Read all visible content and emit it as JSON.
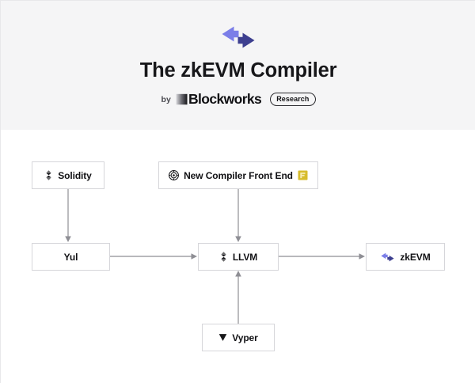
{
  "header": {
    "logo_icon": "double-arrow-exchange-icon",
    "title": "The zkEVM Compiler",
    "byline": {
      "by_label": "by",
      "brand_mark_icon": "blockworks-block-mark-icon",
      "brand_name": "Blockworks",
      "badge_label": "Research"
    }
  },
  "colors": {
    "header_background": "#f5f5f6",
    "page_background": "#ffffff",
    "node_border": "#d6d6da",
    "text": "#111114",
    "connector": "#8e8e94",
    "logo_arrow_left": "#7b7ee8",
    "logo_arrow_right": "#3d3f8f",
    "vyper_yellow": "#d4b827"
  },
  "diagram": {
    "type": "flowchart",
    "nodes": [
      {
        "id": "solidity",
        "label": "Solidity",
        "icon": "solidity-diamond-icon",
        "trailing_icon": null
      },
      {
        "id": "frontend",
        "label": "New Compiler Front End",
        "icon": "gear-circle-icon",
        "trailing_icon": "vyper-yellow-mark-icon"
      },
      {
        "id": "yul",
        "label": "Yul",
        "icon": null,
        "trailing_icon": null
      },
      {
        "id": "llvm",
        "label": "LLVM",
        "icon": "solidity-diamond-icon",
        "trailing_icon": null
      },
      {
        "id": "zkevm",
        "label": "zkEVM",
        "icon": "double-arrow-exchange-icon",
        "trailing_icon": null
      },
      {
        "id": "vyper",
        "label": "Vyper",
        "icon": "vyper-triangle-icon",
        "trailing_icon": null
      }
    ],
    "edges": [
      {
        "from": "solidity",
        "to": "yul",
        "direction": "down"
      },
      {
        "from": "frontend",
        "to": "llvm",
        "direction": "down"
      },
      {
        "from": "yul",
        "to": "llvm",
        "direction": "right"
      },
      {
        "from": "llvm",
        "to": "zkevm",
        "direction": "right"
      },
      {
        "from": "vyper",
        "to": "llvm",
        "direction": "up"
      }
    ]
  }
}
